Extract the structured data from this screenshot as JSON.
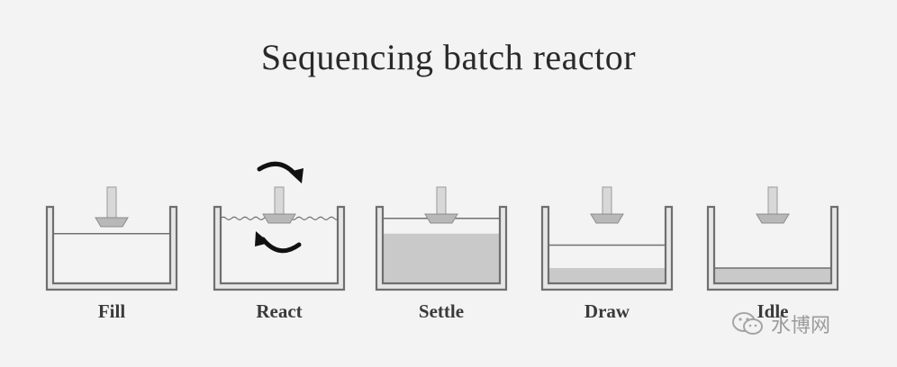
{
  "title": "Sequencing batch reactor",
  "stages": [
    {
      "label": "Fill",
      "liquid_level": 0.65,
      "sludge_level": 0.0,
      "arrows": false
    },
    {
      "label": "React",
      "liquid_level": 0.85,
      "sludge_level": 0.0,
      "arrows": true
    },
    {
      "label": "Settle",
      "liquid_level": 0.85,
      "sludge_level": 0.65,
      "arrows": false
    },
    {
      "label": "Draw",
      "liquid_level": 0.5,
      "sludge_level": 0.2,
      "arrows": false
    },
    {
      "label": "Idle",
      "liquid_level": 0.2,
      "sludge_level": 0.2,
      "arrows": false
    }
  ],
  "watermark": {
    "text": "水博网",
    "icon": "wechat-icon"
  },
  "colors": {
    "wall": "#6f6f6f",
    "liquid_line": "#707070",
    "sludge": "#c9c9c9",
    "pipe": "#d8d8d8",
    "diffuser": "#b8b8b8"
  }
}
